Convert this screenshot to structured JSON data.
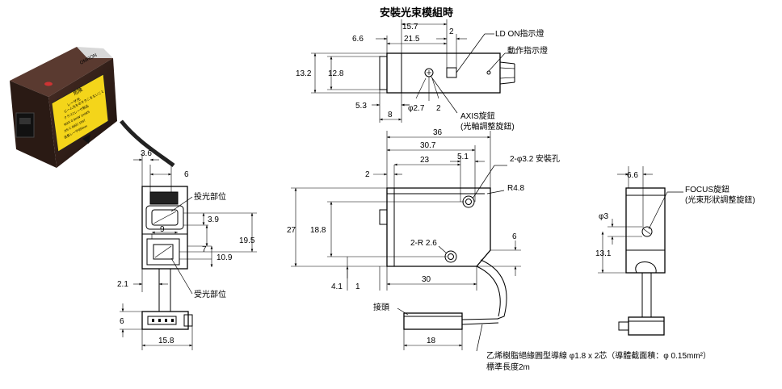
{
  "title": "安裝光束模組時",
  "labels": {
    "ld_on": "LD ON指示燈",
    "action_ind": "動作指示燈",
    "axis_knob": "AXIS旋鈕",
    "axis_knob_sub": "(光軸調整旋鈕)",
    "mount_hole": "2-φ3.2 安裝孔",
    "r48": "R4.8",
    "r26": "2-R 2.6",
    "emitter": "投光部位",
    "receiver": "受光部位",
    "connector": "接頭",
    "focus_knob": "FOCUS旋鈕",
    "focus_knob_sub": "(光束形狀調整旋鈕)",
    "cable_desc": "乙烯樹脂絕緣圓型導線 φ1.8 x 2芯（導體截面積：φ 0.15mm²）",
    "cable_len": "標準長度2m"
  },
  "dims": {
    "top": {
      "d157": "15.7",
      "d2": "2",
      "d66": "6.6",
      "d215": "21.5",
      "d132": "13.2",
      "d128": "12.8",
      "d53": "5.3",
      "d27": "φ2.7",
      "d2b": "2",
      "d8": "8"
    },
    "front": {
      "d36": "36",
      "d307": "30.7",
      "d23": "23",
      "d51": "5.1",
      "d2": "2",
      "d27": "27",
      "d188": "18.8",
      "d6": "6",
      "d41": "4.1",
      "d1": "1",
      "d30": "30",
      "d18": "18"
    },
    "left": {
      "d36": "3.6",
      "d6": "6",
      "d39": "3.9",
      "d9": "9",
      "d195": "19.5",
      "d7": "7",
      "d109": "10.9",
      "d21": "2.1",
      "d6b": "6",
      "d158": "15.8"
    },
    "right": {
      "d66": "6.6",
      "d3": "φ3",
      "d131": "13.1"
    }
  },
  "photo": {
    "warning_title": "危険",
    "warning_lines": [
      "レーザ光",
      "ビーム光をのぞきこまないこと",
      "クラス2レーザ製品",
      "MAX 0.9mW 1mWS",
      "JIS C 6802 1997",
      "波長レーザ650nm"
    ],
    "brand": "OMRON"
  }
}
